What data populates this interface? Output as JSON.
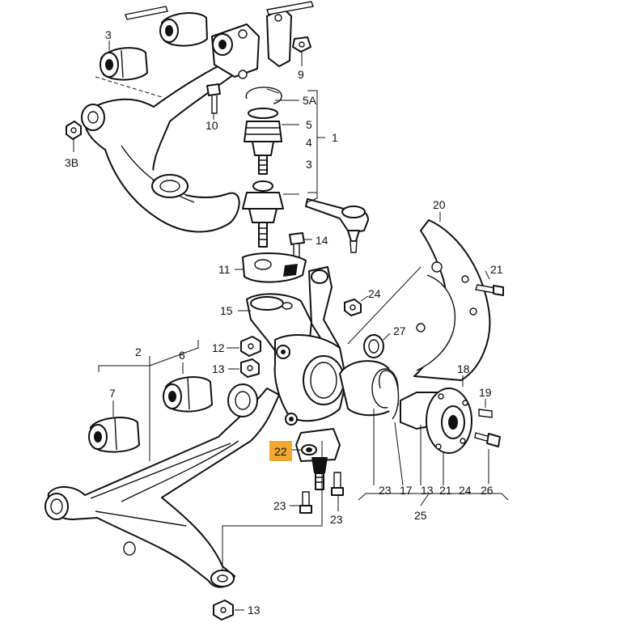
{
  "labels": {
    "p3_top": "3",
    "p9": "9",
    "p5A": "5A",
    "p5": "5",
    "p4": "4",
    "p3_mid": "3",
    "p1": "1",
    "p10": "10",
    "p3B": "3B",
    "p14": "14",
    "p11": "11",
    "p20": "20",
    "p21_shield": "21",
    "p24": "24",
    "p15": "15",
    "p27": "27",
    "p2": "2",
    "p6": "6",
    "p12": "12",
    "p13_mid": "13",
    "p7": "7",
    "p18": "18",
    "p19": "19",
    "p22": "22",
    "p26": "26",
    "p23_left": "23",
    "p23_right": "23",
    "row_23": "23",
    "row_17": "17",
    "row_13": "13",
    "row_21": "21",
    "row_24": "24",
    "p25": "25",
    "p13_bottom": "13"
  },
  "highlight": {
    "part": "22",
    "color": "#f0a830"
  }
}
